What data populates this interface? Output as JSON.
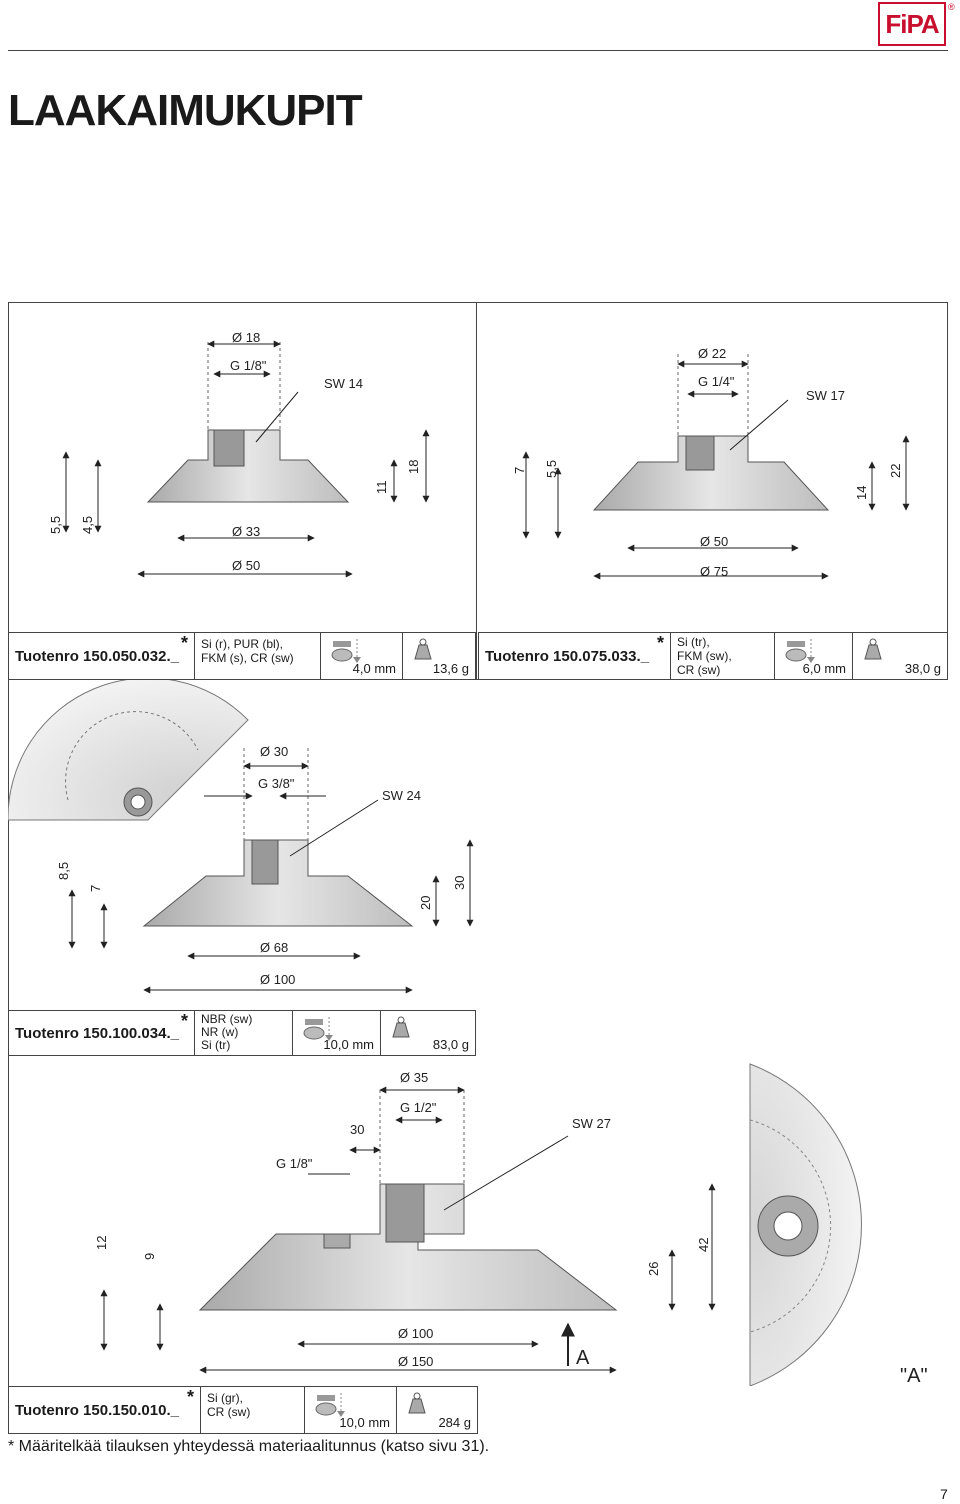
{
  "brand": {
    "logo_text": "FiPA",
    "registered_mark": "®",
    "color": "#c8102e"
  },
  "page_title": "LAAKAIMUKUPIT",
  "products": [
    {
      "part_number": "Tuotenro 150.050.032._",
      "asterisk": "*",
      "materials": [
        "Si (r), PUR (bl),",
        "FKM (s), CR (sw)"
      ],
      "stroke": "4,0 mm",
      "weight": "13,6 g",
      "dimensions": {
        "top_diameter": "Ø 18",
        "thread": "G 1/8\"",
        "wrench": "SW 14",
        "inner_diameter": "Ø 33",
        "outer_diameter": "Ø 50",
        "heights": [
          "5,5",
          "4,5",
          "11",
          "18"
        ]
      }
    },
    {
      "part_number": "Tuotenro 150.075.033._",
      "asterisk": "*",
      "materials": [
        "Si (tr),",
        "FKM (sw),",
        "CR (sw)"
      ],
      "stroke": "6,0 mm",
      "weight": "38,0 g",
      "dimensions": {
        "top_diameter": "Ø 22",
        "thread": "G 1/4\"",
        "wrench": "SW 17",
        "inner_diameter": "Ø 50",
        "outer_diameter": "Ø 75",
        "heights": [
          "7",
          "5,5",
          "14",
          "22"
        ]
      }
    },
    {
      "part_number": "Tuotenro 150.100.034._",
      "asterisk": "*",
      "materials": [
        "NBR (sw)",
        "NR (w)",
        "Si (tr)"
      ],
      "stroke": "10,0 mm",
      "weight": "83,0 g",
      "dimensions": {
        "top_diameter": "Ø 30",
        "thread": "G 3/8\"",
        "wrench": "SW 24",
        "inner_diameter": "Ø 68",
        "outer_diameter": "Ø 100",
        "heights": [
          "8,5",
          "7",
          "20",
          "30"
        ]
      }
    },
    {
      "part_number": "Tuotenro 150.150.010._",
      "asterisk": "*",
      "materials": [
        "Si (gr),",
        "CR (sw)"
      ],
      "stroke": "10,0 mm",
      "weight": "284 g",
      "dimensions": {
        "top_diameter": "Ø 35",
        "thread": "G 1/2\"",
        "side_thread": "G 1/8\"",
        "offset": "30",
        "wrench": "SW 27",
        "inner_diameter": "Ø 100",
        "outer_diameter": "Ø 150",
        "heights": [
          "12",
          "9",
          "26",
          "42"
        ],
        "view_marker": "A",
        "view_label": "\"A\""
      }
    }
  ],
  "footnote": "* Määritelkää tilauksen yhteydessä materiaalitunnus (katso sivu 31).",
  "page_number": "7"
}
